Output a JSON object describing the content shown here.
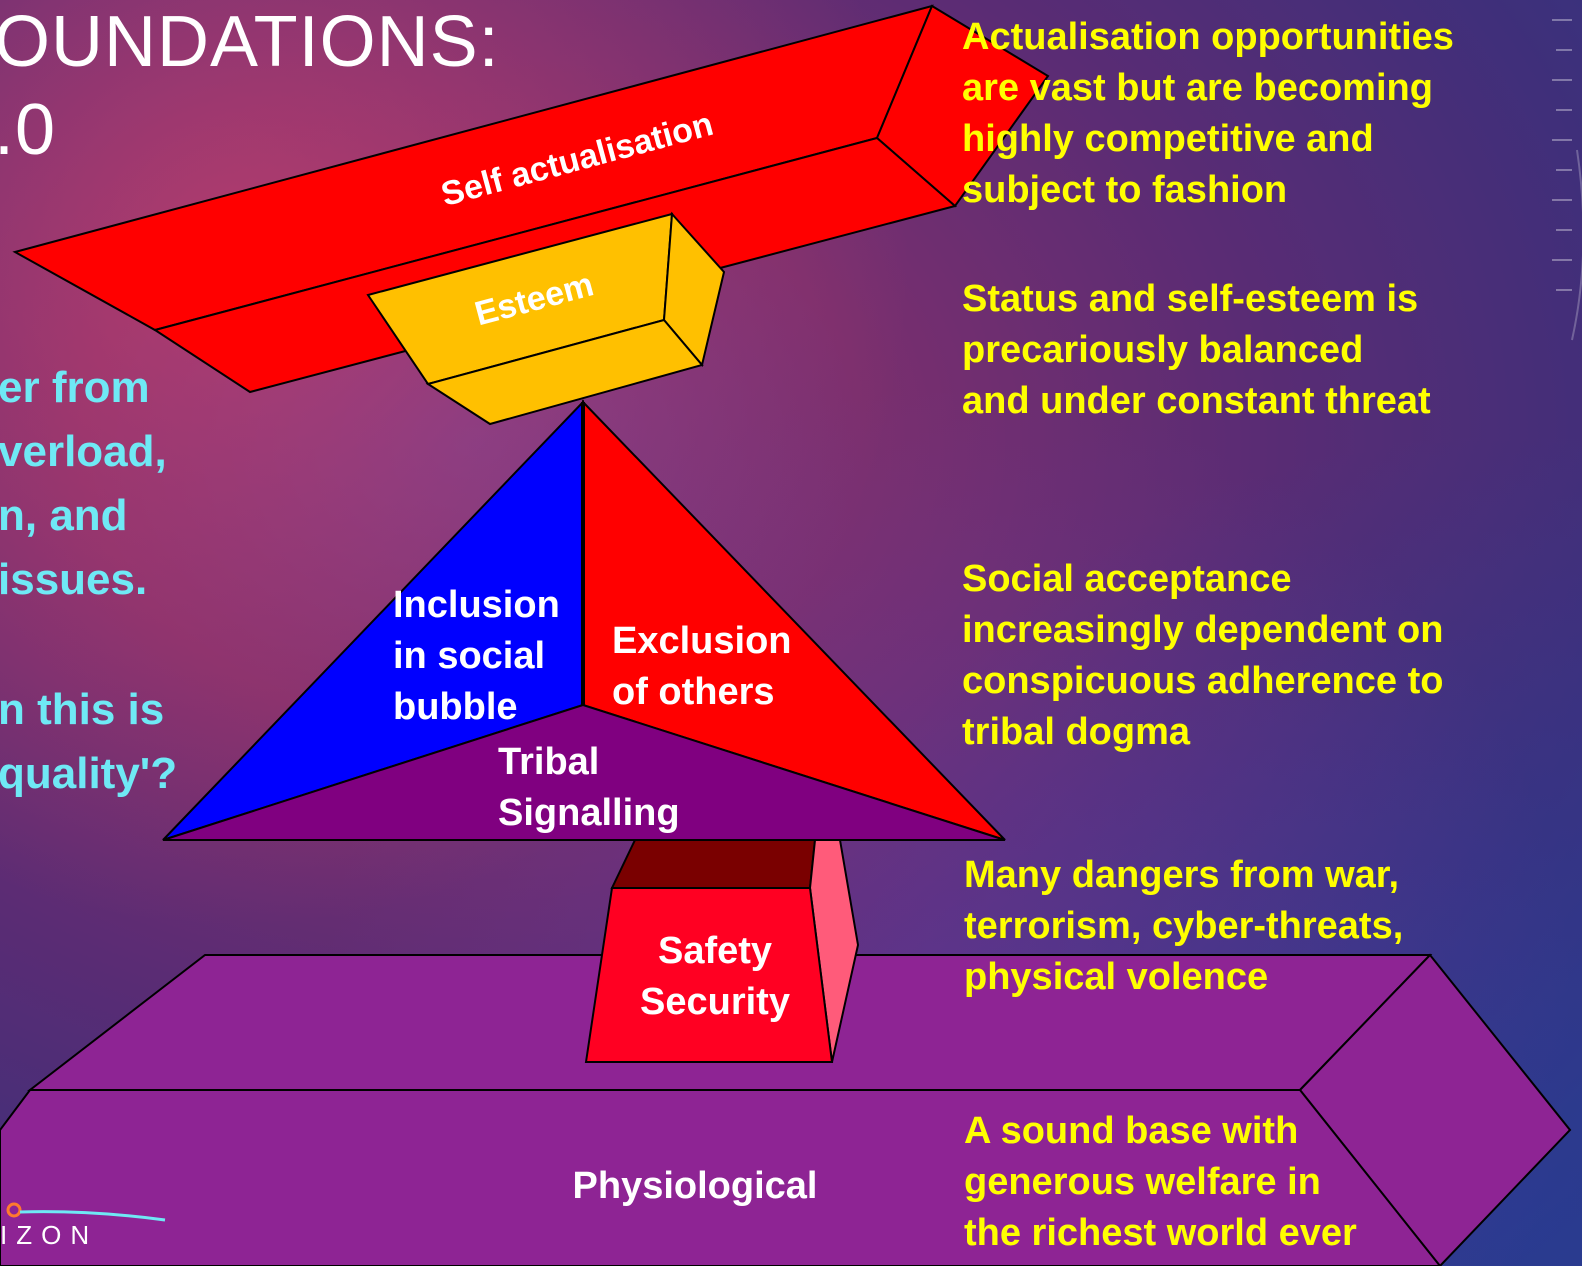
{
  "slide": {
    "title_line1": "OUNDATIONS:",
    "title_line2": ".0",
    "left_text": [
      "er from",
      "verload,",
      "n, and",
      "issues."
    ],
    "left_question": [
      "n this is",
      "quality'?"
    ],
    "logo_text": "IZON"
  },
  "pyramid": {
    "self_actualisation": "Self actualisation",
    "esteem": "Esteem",
    "inclusion": [
      "Inclusion",
      "in social",
      "bubble"
    ],
    "exclusion": [
      "Exclusion",
      "of others"
    ],
    "tribal": [
      "Tribal",
      "Signalling"
    ],
    "safety": [
      "Safety",
      "Security"
    ],
    "physiological": "Physiological"
  },
  "descriptions": {
    "actualisation": [
      "Actualisation opportunities",
      "are vast but are becoming",
      "highly competitive and",
      "subject to fashion"
    ],
    "esteem": [
      "Status and self-esteem is",
      "precariously balanced",
      "and under constant threat"
    ],
    "social": [
      "Social acceptance",
      "increasingly dependent on",
      "conspicuous adherence to",
      "tribal dogma"
    ],
    "safety": [
      "Many dangers from war,",
      "terrorism, cyber-threats,",
      "physical volence"
    ],
    "physiological": [
      "A sound base with",
      "generous welfare in",
      "the richest world ever"
    ]
  },
  "colors": {
    "text_yellow": "#ffff00",
    "text_cyan": "#6fe9f5",
    "red": "#ff0000",
    "orange": "#ffc000",
    "blue": "#0000ff",
    "purple": "#800080",
    "base_purple": "#8e2494",
    "dark_red": "#7a0000",
    "pink": "#ff5b7a"
  }
}
